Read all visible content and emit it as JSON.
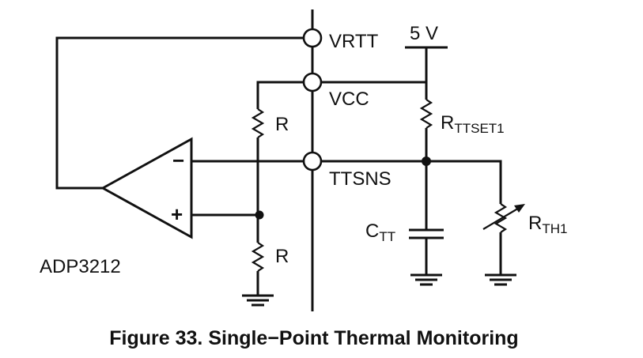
{
  "labels": {
    "vrtt": "VRTT",
    "vcc": "VCC",
    "ttsns": "TTSNS",
    "supply": "5 V",
    "r_top": "R",
    "r_bottom": "R",
    "rttset1_main": "R",
    "rttset1_sub": "TTSET1",
    "ctt_main": "C",
    "ctt_sub": "TT",
    "rth1_main": "R",
    "rth1_sub": "TH1",
    "chip": "ADP3212",
    "minus": "−",
    "plus": "+"
  },
  "caption": "Figure 33. Single−Point Thermal Monitoring"
}
